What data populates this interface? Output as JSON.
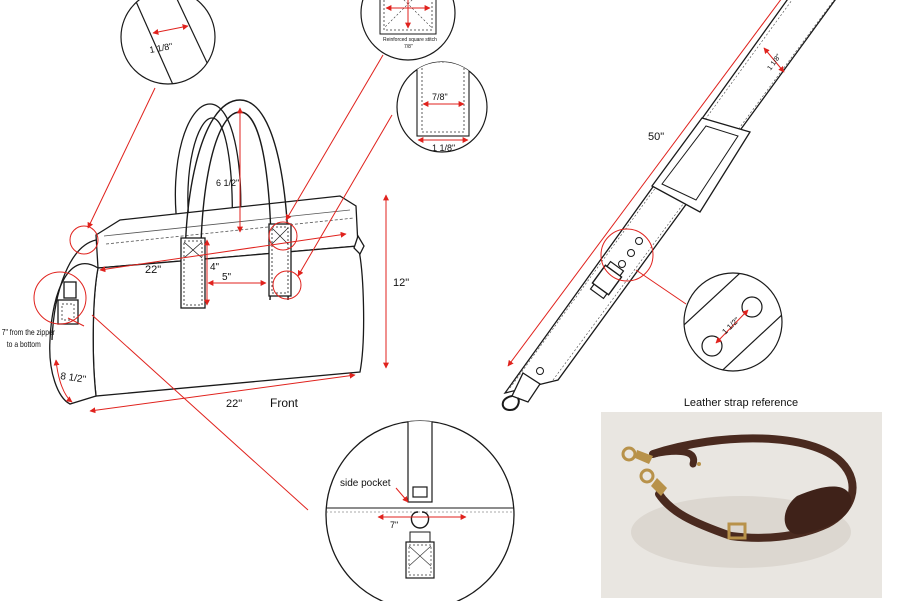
{
  "colors": {
    "dimension_line": "#e0221d",
    "outline": "#1a1a1a",
    "bag_fill": "#ffffff",
    "stitch": "#333333",
    "photo_background": "#e9e6e1",
    "leather": "#4a2a1f",
    "brass": "#b8924a"
  },
  "labels": {
    "handle_width": "1 1/8\"",
    "square_stitch": "Reinforced square stitch",
    "square_stitch_size": "7/8\"",
    "tab_inner": "7/8\"",
    "tab_outer": "1 1/8\"",
    "handle_drop": "6 1/2\"",
    "handle_height": "4\"",
    "handle_spacing": "5\"",
    "top_length": "22\"",
    "bag_height": "12\"",
    "zipper_note_line1": "7\" from the zipper",
    "zipper_note_line2": "to a bottom",
    "side_depth": "8 1/2\"",
    "bottom_length": "22\"",
    "view_label": "Front",
    "strap_length": "50\"",
    "strap_width": "1 1/8\"",
    "hole_spacing": "1 1/2\"",
    "side_pocket": "side pocket",
    "side_pocket_width": "7\""
  },
  "reference": {
    "title": "Leather strap reference",
    "photo_icon": "leather-strap-photo"
  }
}
